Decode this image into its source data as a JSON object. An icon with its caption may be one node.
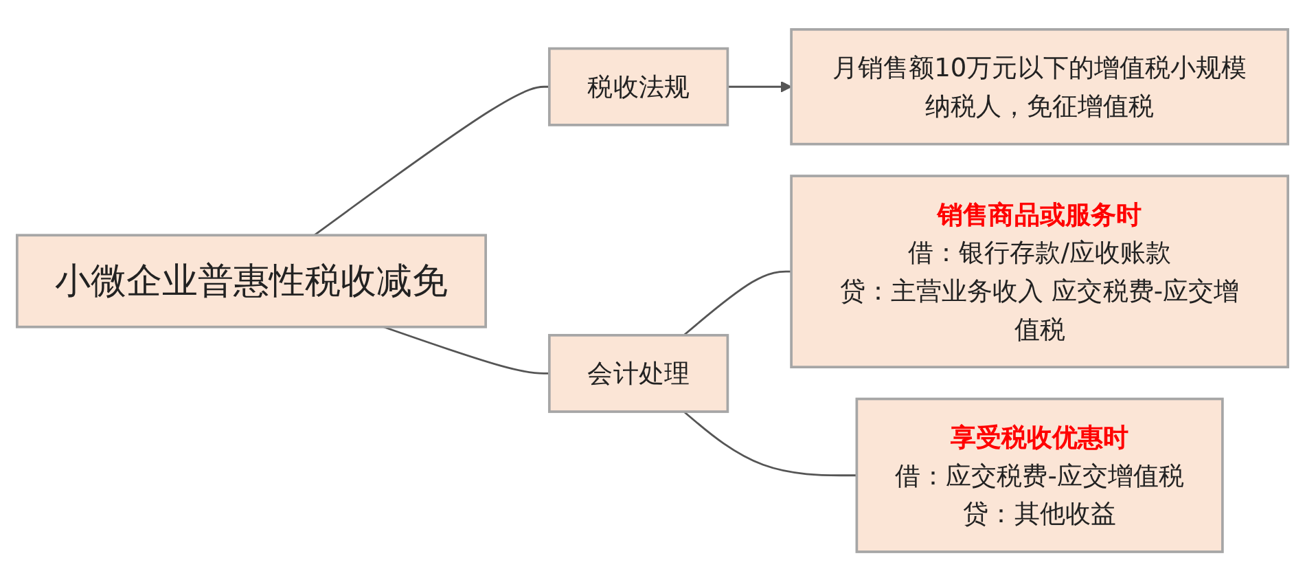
{
  "diagram": {
    "nodes": [
      {
        "text": [
          "小微企业普惠性税收减免"
        ]
      },
      {
        "text": [
          "税收法规"
        ]
      },
      {
        "text": [
          "月销售额10万元以下的增值税小规模纳税人，免征增值税"
        ]
      },
      {
        "text": [
          "会计处理"
        ]
      },
      {
        "text": [
          "销售商品或服务时",
          "借：银行存款/应收账款",
          "贷：主营业务收入 应交税费-应交增值税"
        ]
      },
      {
        "text": [
          "享受税收优惠时",
          "借：应交税费-应交增值税",
          "贷：其他收益"
        ]
      }
    ],
    "edges": [
      {
        "from": 0,
        "to": 1,
        "arrow": "none"
      },
      {
        "from": 0,
        "to": 3,
        "arrow": "none"
      },
      {
        "from": 1,
        "to": 2,
        "arrow": "to"
      },
      {
        "from": 3,
        "to": 4,
        "arrow": "none"
      },
      {
        "from": 3,
        "to": 5,
        "arrow": "none"
      }
    ]
  }
}
